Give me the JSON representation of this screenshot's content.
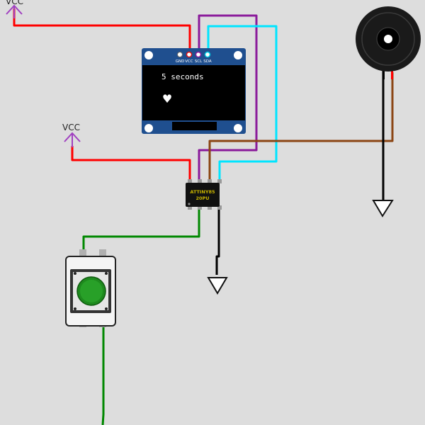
{
  "supply_labels": {
    "top_left": "VCC",
    "middle_left": "VCC"
  },
  "oled": {
    "pins": [
      "GND",
      "VCC",
      "SCL",
      "SDA"
    ],
    "line1": "5 seconds",
    "heart_symbol": "♥"
  },
  "chip": {
    "line1": "ATTINY85",
    "line2": "20PU"
  },
  "colors": {
    "background": "#dddddd",
    "vcc_wire": "#ff0000",
    "scl_wire": "#8a1a9a",
    "sda_wire": "#00e5ff",
    "buzzer_wire": "#8b4513",
    "ground_wire": "#000000",
    "button_wire": "#008800",
    "supply_symbol": "#a040c0",
    "oled_board": "#1f4f8f",
    "chip_text": "#c8b400",
    "button_cap": "#1e8a1e"
  },
  "icons": {
    "supply": "vcc-arrow-icon",
    "ground": "ground-triangle-icon",
    "buzzer": "buzzer-icon",
    "button": "pushbutton-icon"
  }
}
